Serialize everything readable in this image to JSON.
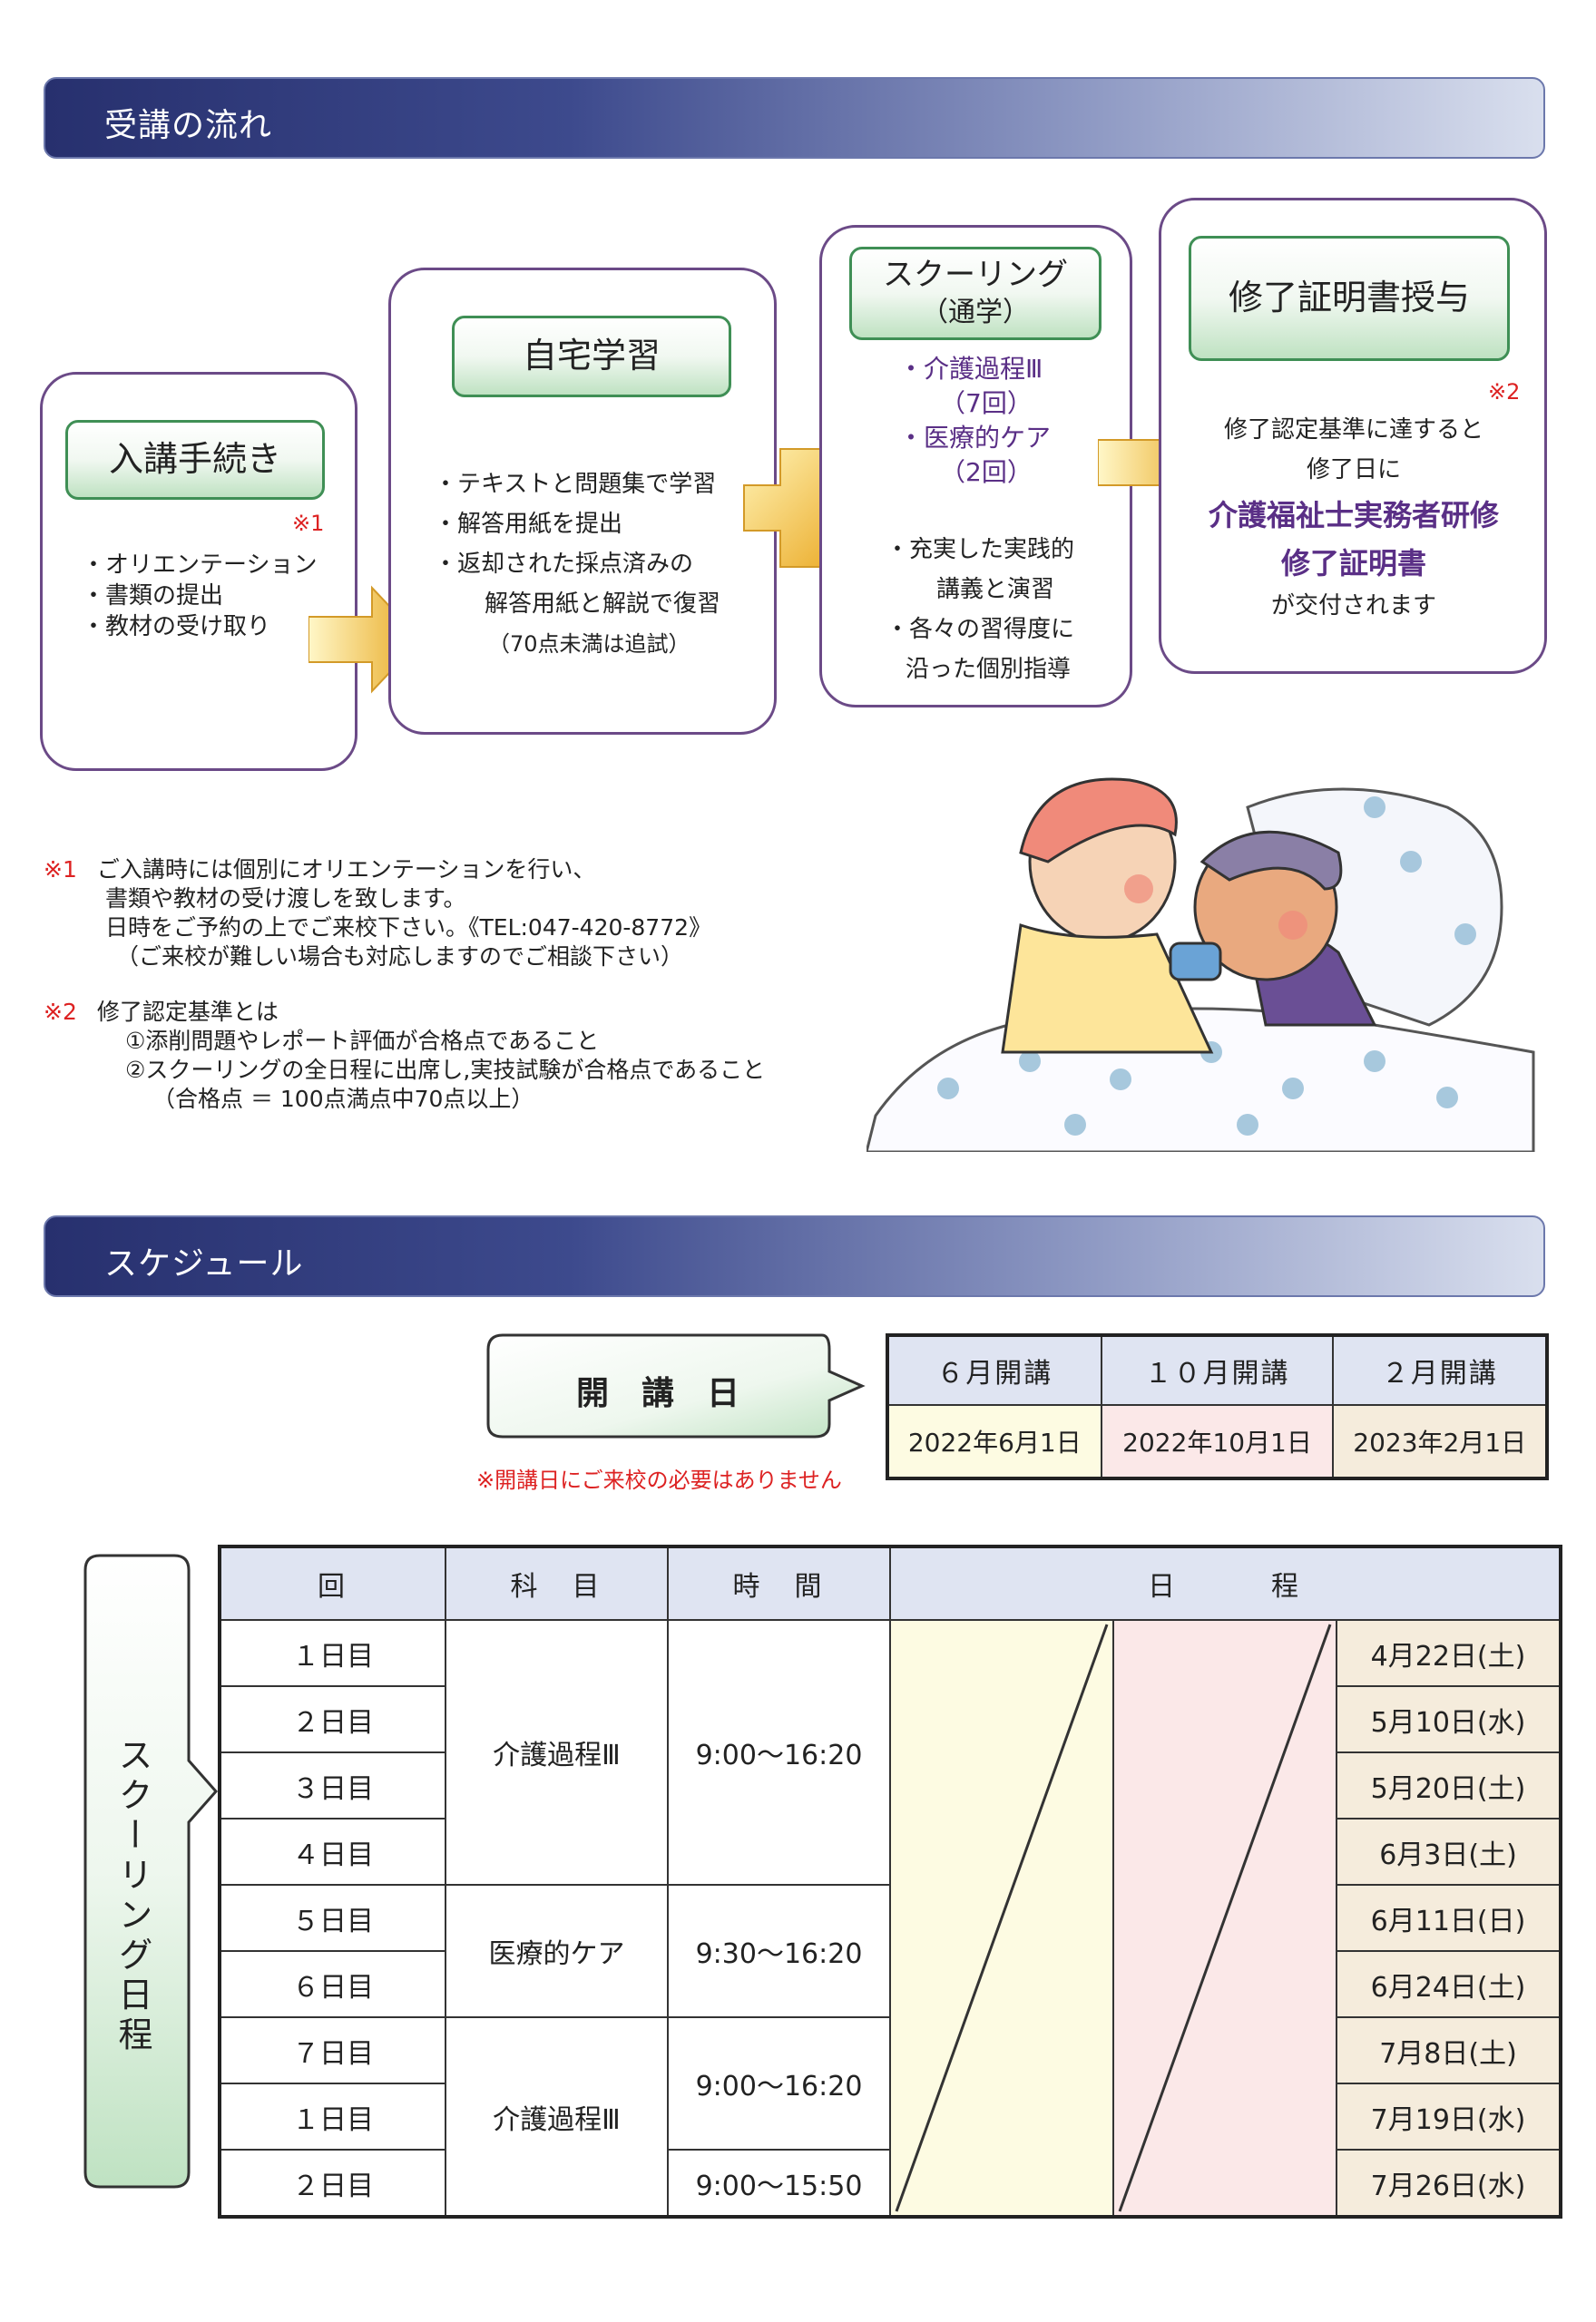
{
  "flow": {
    "section_title": "受講の流れ",
    "steps": [
      {
        "title": "入講手続き",
        "mark": "※1",
        "items": [
          "・オリエンテーション",
          "・書類の提出",
          "・教材の受け取り"
        ]
      },
      {
        "title": "自宅学習",
        "items": [
          "・テキストと問題集で学習",
          "・解答用紙を提出",
          "・返却された採点済みの",
          "解答用紙と解説で復習",
          "（70点未満は追試）"
        ]
      },
      {
        "title_line1": "スクーリング",
        "title_line2": "（通学）",
        "items": [
          "・介護過程Ⅲ",
          "（7回）",
          "・医療的ケア",
          "（2回）",
          "・充実した実践的",
          "講義と演習",
          "・各々の習得度に",
          "沿った個別指導"
        ]
      },
      {
        "title": "修了証明書授与",
        "mark": "※2",
        "line1": "修了認定基準に達すると",
        "line2": "修了日に",
        "highlight1": "介護福祉士実務者研修",
        "highlight2": "修了証明書",
        "line3": "が交付されます"
      }
    ]
  },
  "notes": {
    "n1_mark": "※1",
    "n1_lines": [
      "ご入講時には個別にオリエンテーションを行い、",
      "書類や教材の受け渡しを致します。",
      "日時をご予約の上でご来校下さい。《TEL:047-420-8772》",
      "（ご来校が難しい場合も対応しますのでご相談下さい）"
    ],
    "n2_mark": "※2",
    "n2_lines": [
      "修了認定基準とは",
      "①添削問題やレポート評価が合格点であること",
      "②スクーリングの全日程に出席し,実技試験が合格点であること",
      "（合格点 ＝ 100点満点中70点以上）"
    ]
  },
  "schedule": {
    "section_title": "スケジュール",
    "open_label": "開　講　日",
    "open_note": "※開講日にご来校の必要はありません",
    "open_headers": [
      "６月開講",
      "１０月開講",
      "２月開講"
    ],
    "open_dates": [
      "2022年6月1日",
      "2022年10月1日",
      "2023年2月1日"
    ],
    "side_label": "スクーリング日程",
    "headers": [
      "回",
      "科　目",
      "時　間",
      "日　　　程"
    ],
    "rows": [
      {
        "kai": "１日目",
        "date": "4月22日(土)"
      },
      {
        "kai": "２日目",
        "date": "5月10日(水)"
      },
      {
        "kai": "３日目",
        "date": "5月20日(土)"
      },
      {
        "kai": "４日目",
        "date": "6月3日(土)"
      },
      {
        "kai": "５日目",
        "date": "6月11日(日)"
      },
      {
        "kai": "６日目",
        "date": "6月24日(土)"
      },
      {
        "kai": "７日目",
        "date": "7月8日(土)"
      },
      {
        "kai": "１日目",
        "date": "7月19日(水)"
      },
      {
        "kai": "２日目",
        "date": "7月26日(水)"
      }
    ],
    "subjects": [
      "介護過程Ⅲ",
      "医療的ケア",
      "介護過程Ⅲ"
    ],
    "times": [
      "9:00〜16:20",
      "9:30〜16:20",
      "9:00〜16:20",
      "9:00〜15:50"
    ]
  },
  "colors": {
    "accent": "#6b4a87",
    "green": "#3f8f55",
    "note_red": "#d22"
  }
}
